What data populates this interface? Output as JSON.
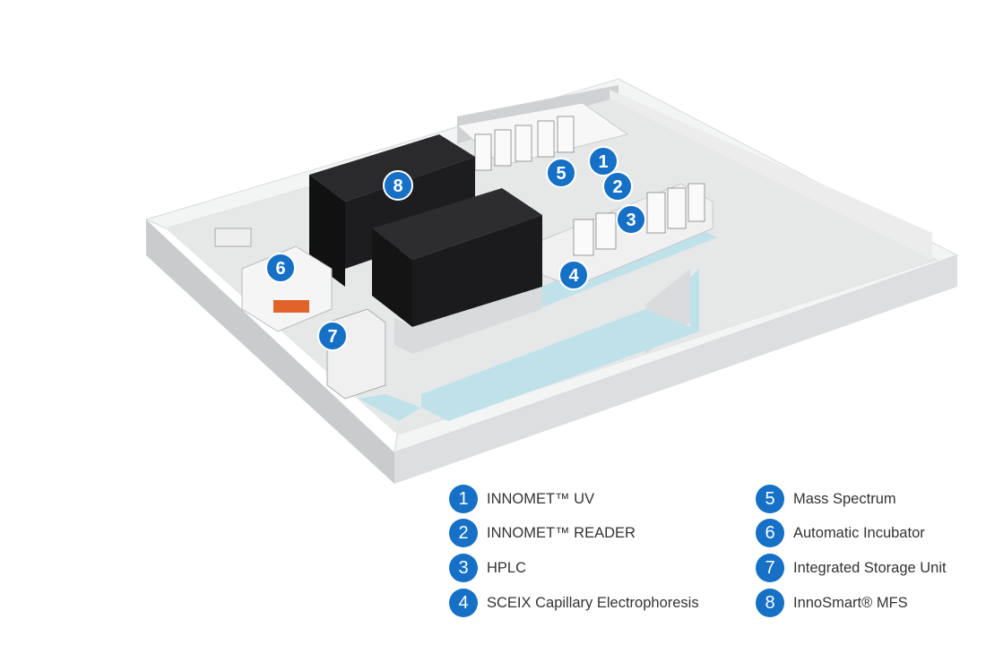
{
  "markers": [
    "1",
    "2",
    "3",
    "4",
    "5",
    "6",
    "7",
    "8"
  ],
  "legend": [
    {
      "num": "1",
      "label": "INNOMET™ UV"
    },
    {
      "num": "2",
      "label": "INNOMET™ READER"
    },
    {
      "num": "3",
      "label": "HPLC"
    },
    {
      "num": "4",
      "label": "SCEIX Capillary Electrophoresis"
    },
    {
      "num": "5",
      "label": "Mass Spectrum"
    },
    {
      "num": "6",
      "label": "Automatic Incubator"
    },
    {
      "num": "7",
      "label": "Integrated Storage Unit"
    },
    {
      "num": "8",
      "label": "InnoSmart® MFS"
    }
  ],
  "colors": {
    "marker": "#1570c6",
    "water": "#bfe2ea",
    "machine": "#1d1d1f",
    "wall": "#d3d5d6"
  }
}
